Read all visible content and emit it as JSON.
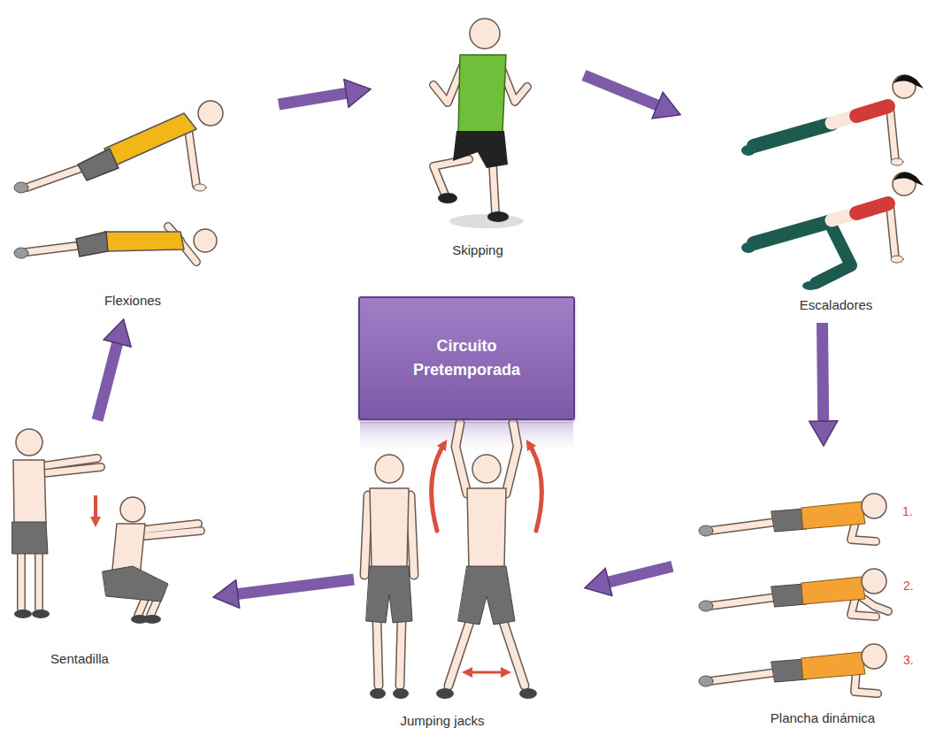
{
  "diagram": {
    "nodes": [
      {
        "text": [
          "Flexiones"
        ]
      },
      {
        "text": [
          "Skipping"
        ]
      },
      {
        "text": [
          "Escaladores"
        ]
      },
      {
        "text": [
          "Circuito Pretemporada"
        ]
      },
      {
        "text": [
          "Sentadilla"
        ]
      },
      {
        "text": [
          "Jumping jacks"
        ]
      },
      {
        "text": [
          "Plancha dinámica"
        ]
      }
    ],
    "edges": [
      {
        "from": 0,
        "to": 1,
        "arrow": "to"
      },
      {
        "from": 1,
        "to": 2,
        "arrow": "to"
      },
      {
        "from": 2,
        "to": 6,
        "arrow": "to"
      },
      {
        "from": 6,
        "to": 5,
        "arrow": "to"
      },
      {
        "from": 5,
        "to": 4,
        "arrow": "to"
      },
      {
        "from": 4,
        "to": 0,
        "arrow": "to"
      }
    ],
    "labels": [
      "1.",
      "2.",
      "3."
    ]
  }
}
